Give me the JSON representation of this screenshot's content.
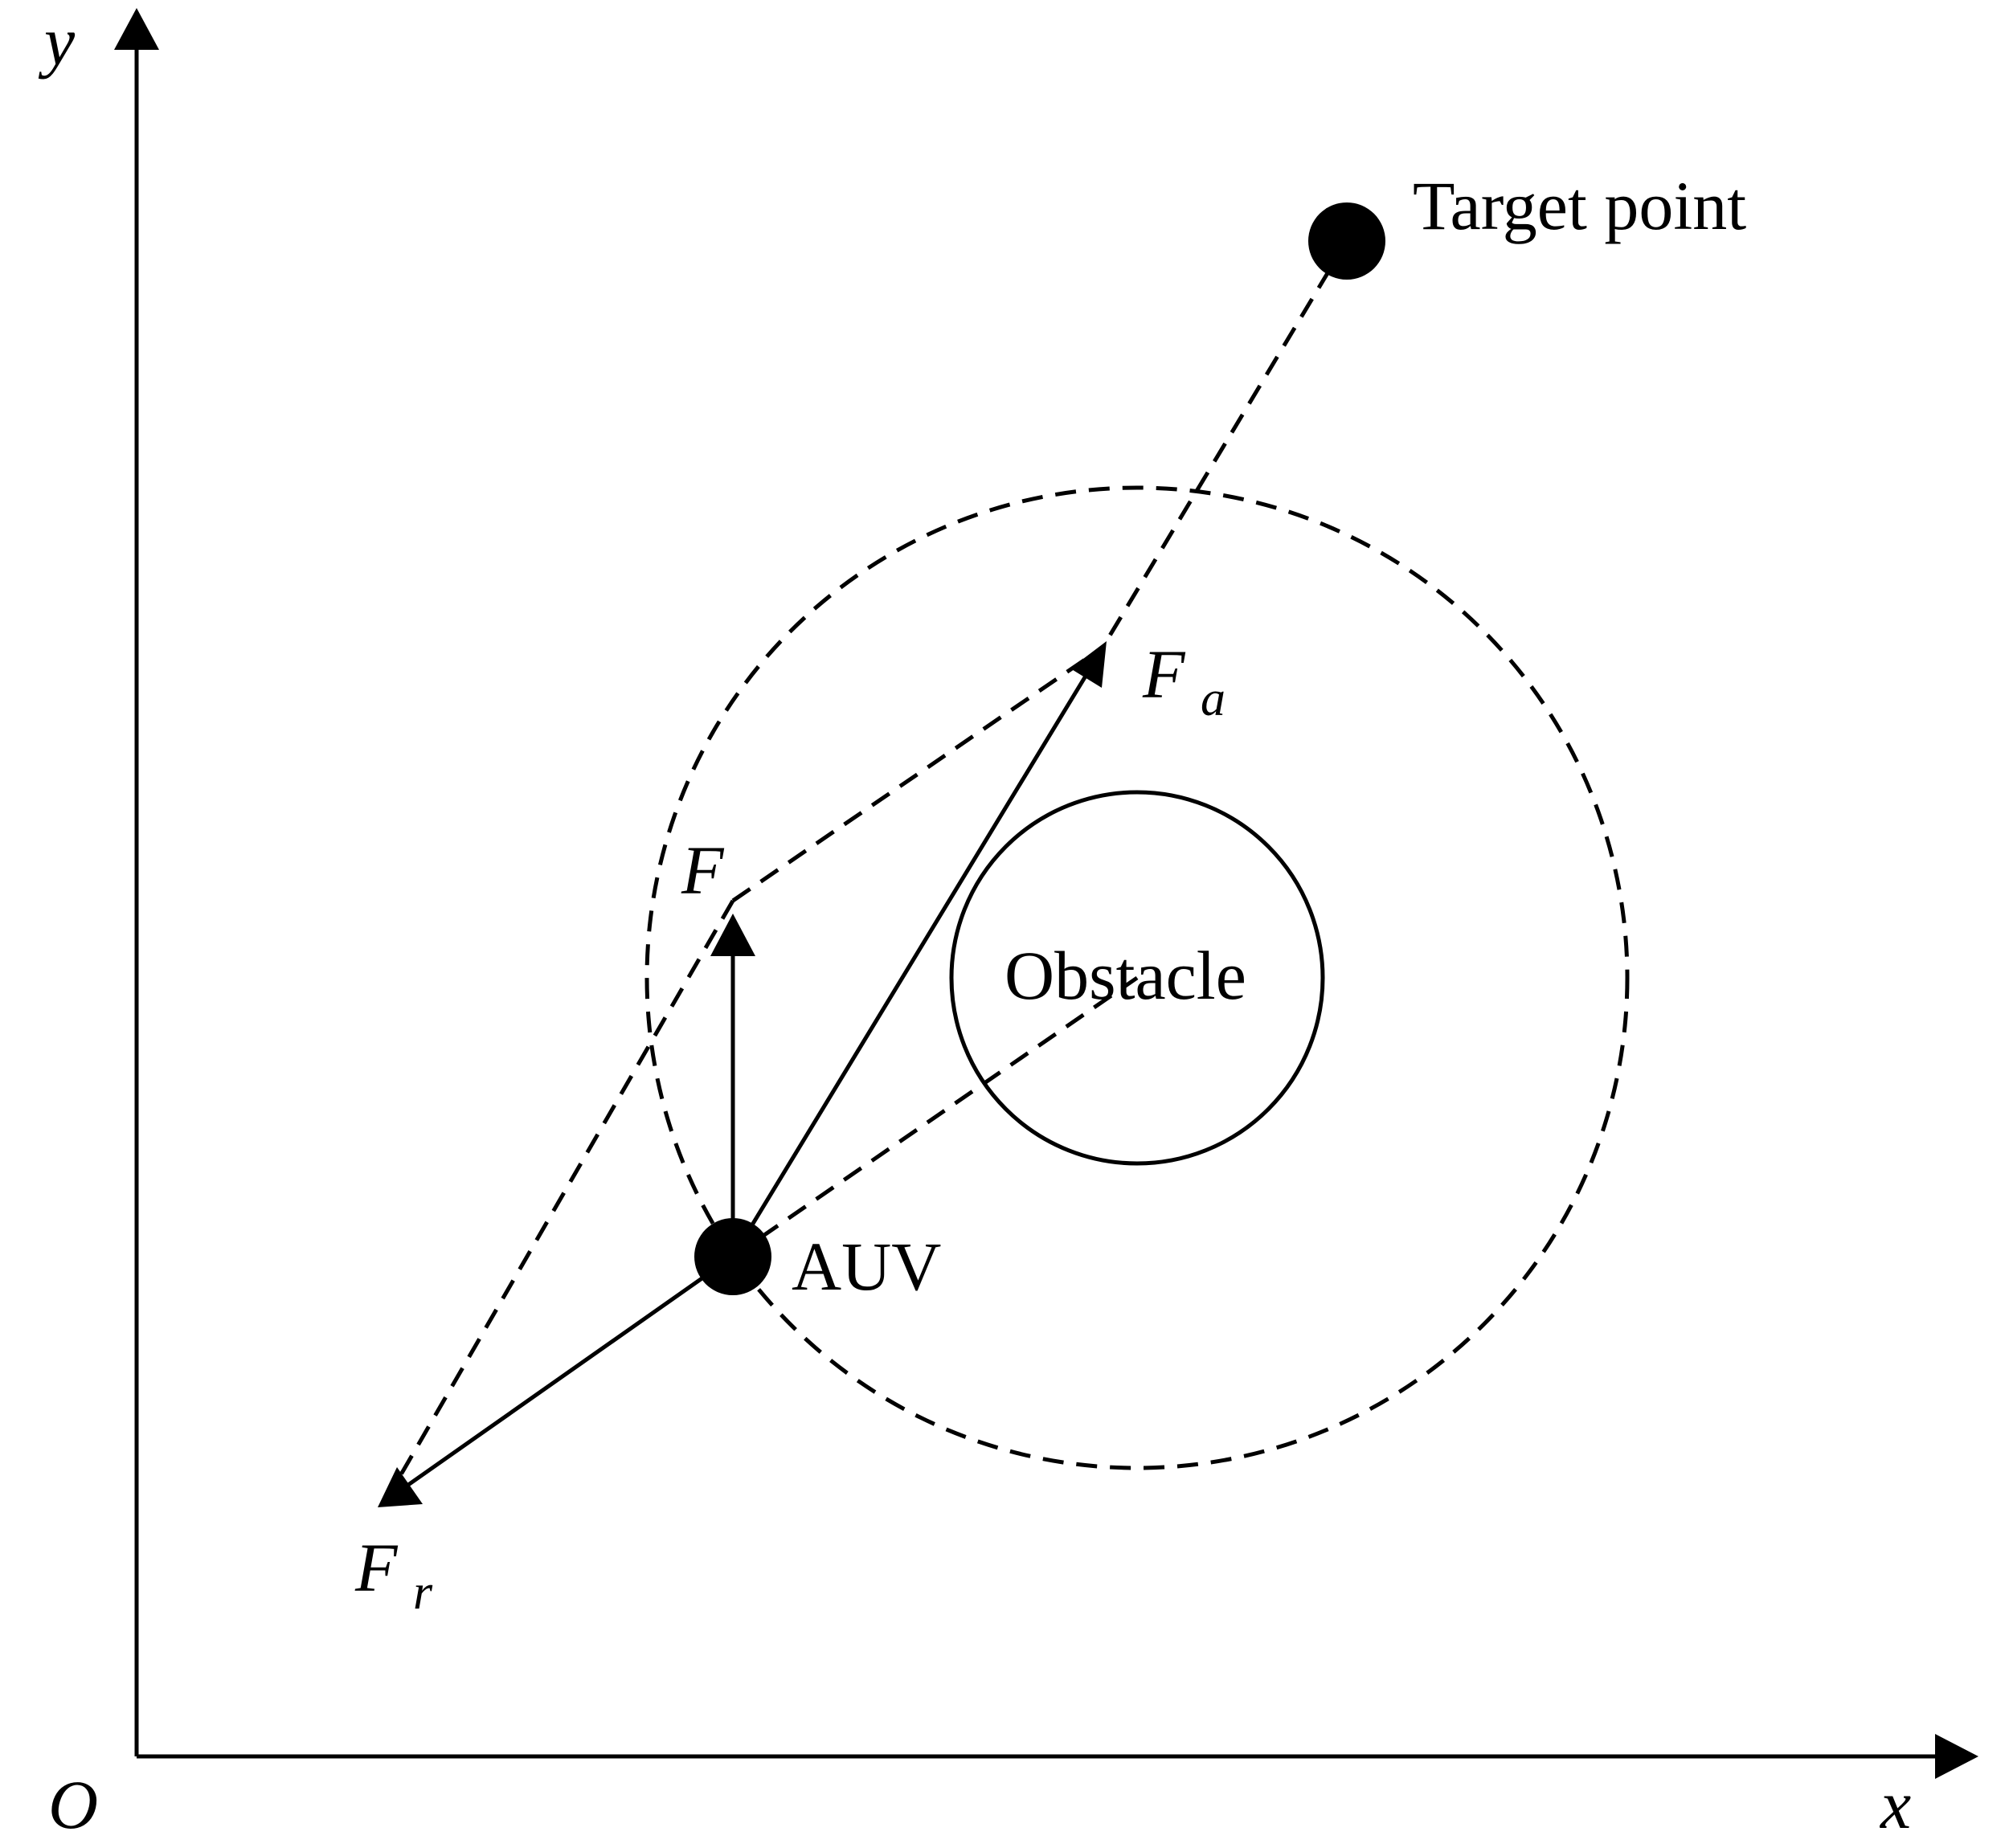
{
  "axes": {
    "x_label": "x",
    "y_label": "y",
    "origin_label": "O"
  },
  "points": {
    "target_label": "Target point",
    "auv_label": "AUV",
    "obstacle_label": "Obstacle"
  },
  "forces": {
    "resultant": {
      "symbol": "F",
      "subscript": ""
    },
    "attractive": {
      "symbol": "F",
      "subscript": "a"
    },
    "repulsive": {
      "symbol": "F",
      "subscript": "r"
    }
  },
  "colors": {
    "ink": "#000000",
    "background": "#ffffff"
  }
}
